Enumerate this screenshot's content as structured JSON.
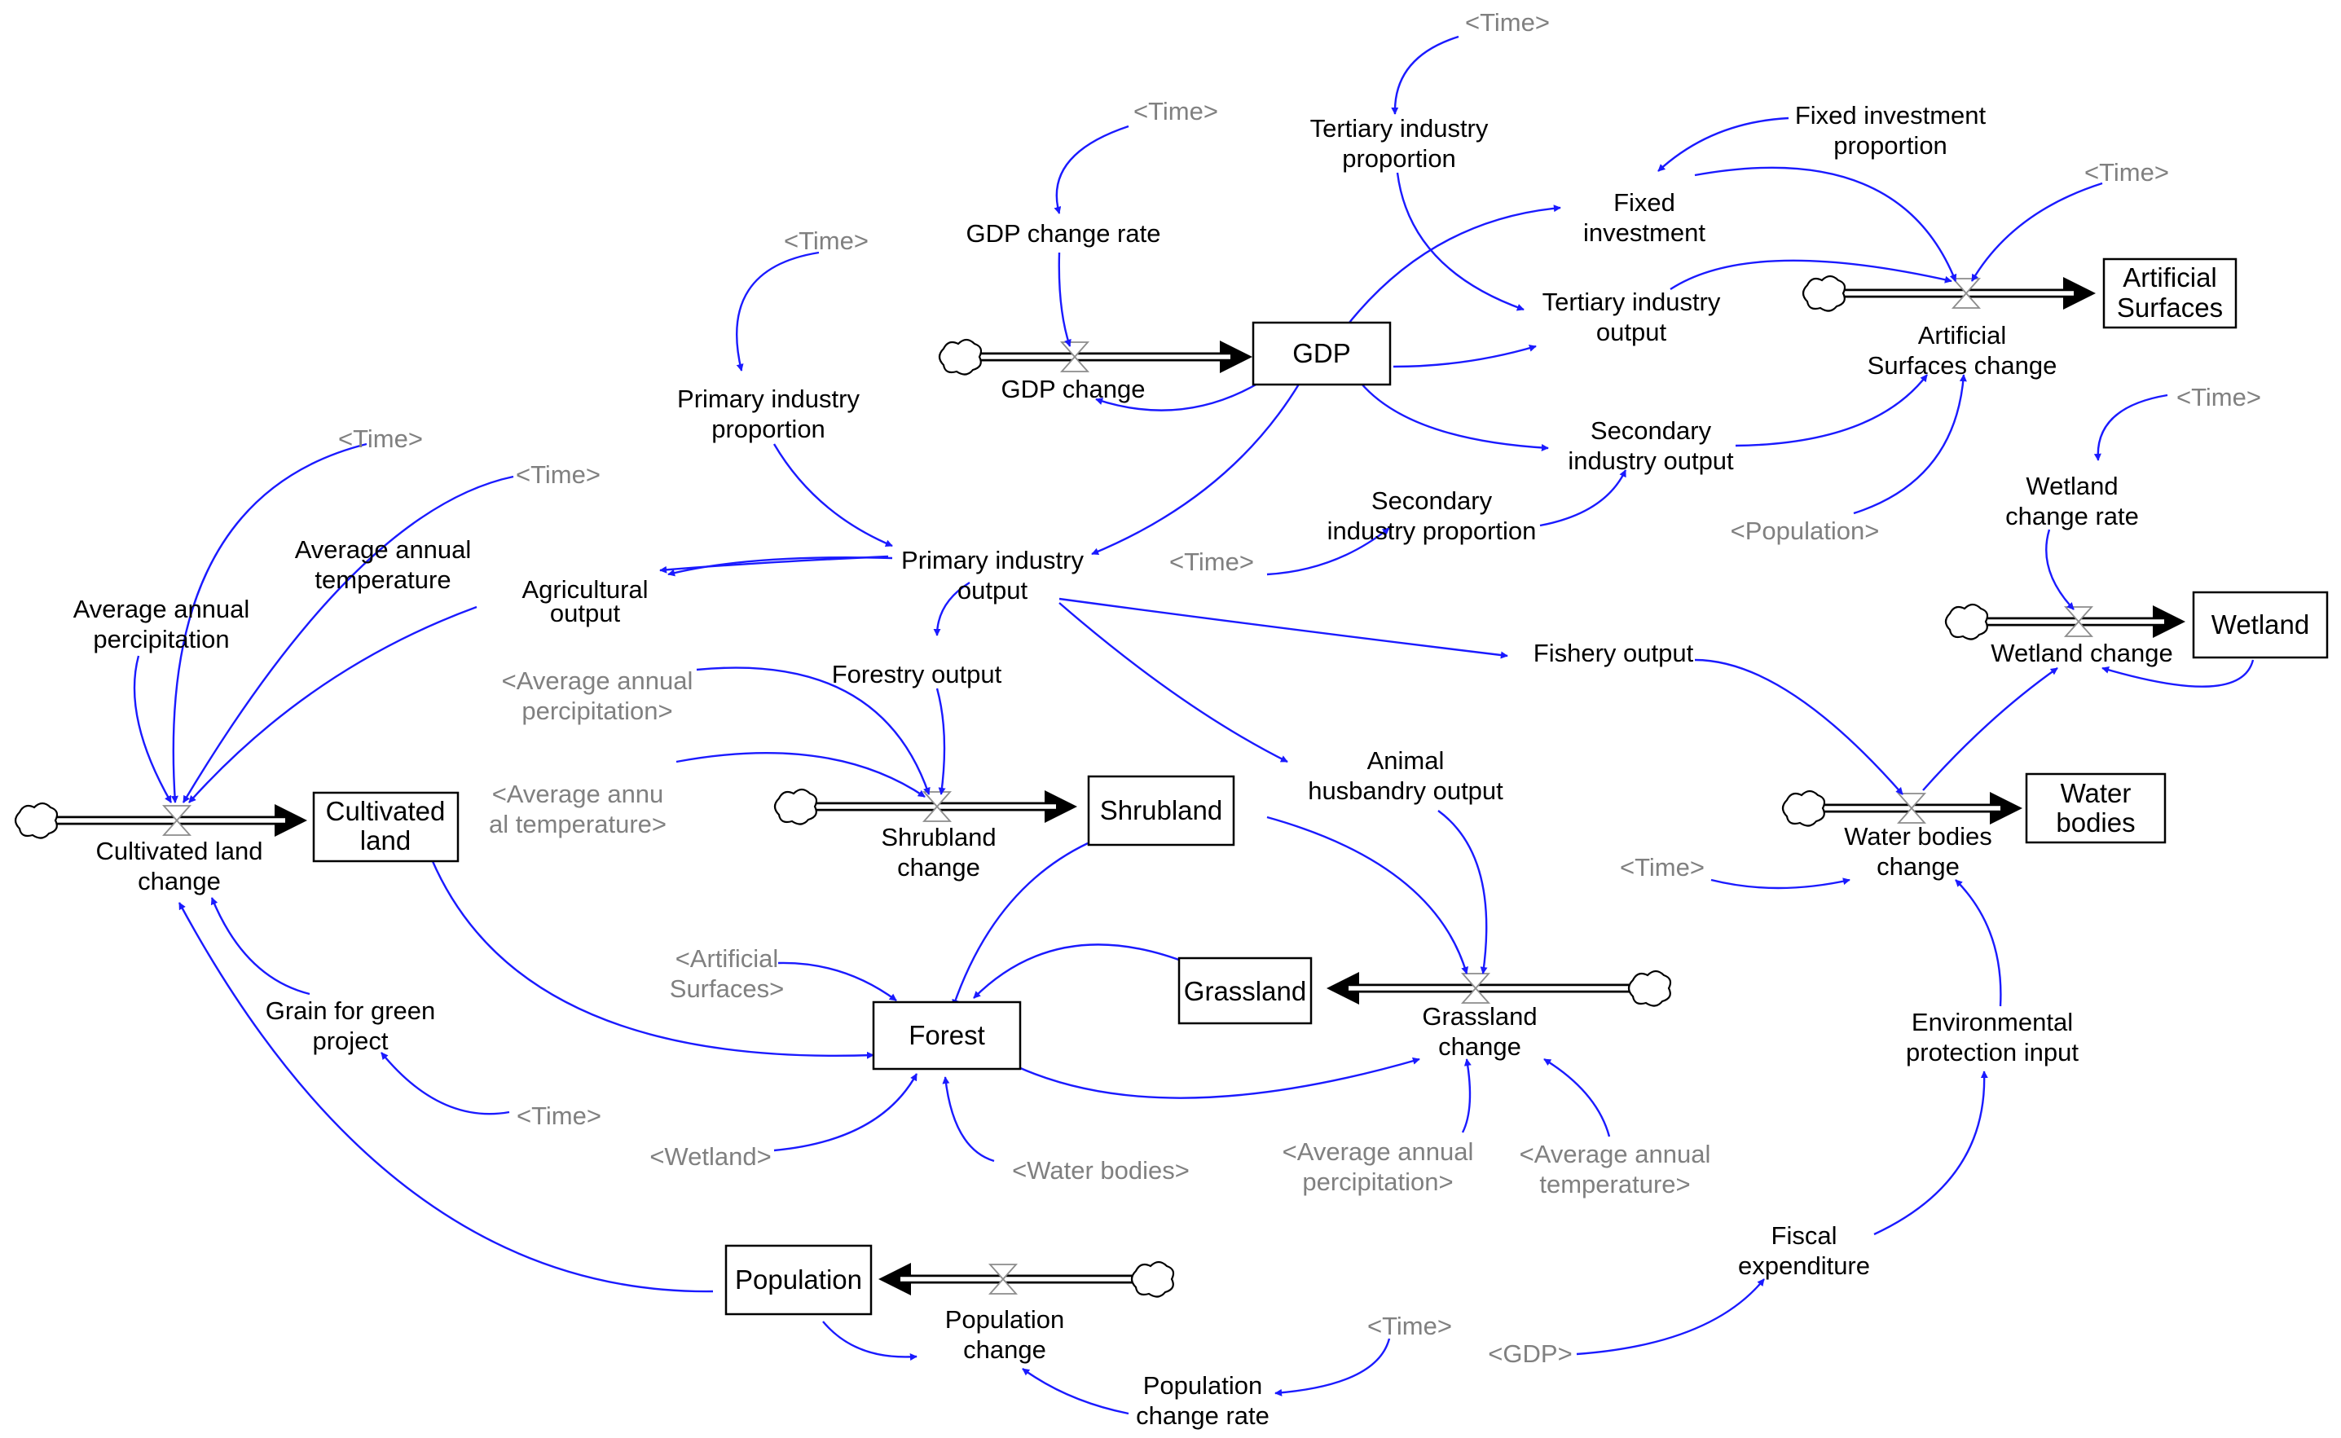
{
  "stocks": {
    "gdp": "GDP",
    "artificial_surfaces": [
      "Artificial",
      "Surfaces"
    ],
    "wetland": "Wetland",
    "water_bodies": [
      "Water",
      "bodies"
    ],
    "cultivated_land": [
      "Cultivated",
      "land"
    ],
    "shrubland": "Shrubland",
    "grassland": "Grassland",
    "forest": "Forest",
    "population": "Population"
  },
  "flows": {
    "gdp_change": "GDP change",
    "artificial_surfaces_change": [
      "Artificial",
      "Surfaces change"
    ],
    "wetland_change": "Wetland change",
    "water_bodies_change": [
      "Water bodies",
      "change"
    ],
    "cultivated_land_change": [
      "Cultivated land",
      "change"
    ],
    "shrubland_change": [
      "Shrubland",
      "change"
    ],
    "grassland_change": [
      "Grassland",
      "change"
    ],
    "population_change": [
      "Population",
      "change"
    ]
  },
  "variables": {
    "gdp_change_rate": "GDP change rate",
    "tertiary_industry_proportion": [
      "Tertiary industry",
      "proportion"
    ],
    "fixed_investment_proportion": [
      "Fixed investment",
      "proportion"
    ],
    "fixed_investment": [
      "Fixed",
      "investment"
    ],
    "tertiary_industry_output": [
      "Tertiary industry",
      "output"
    ],
    "secondary_industry_output": [
      "Secondary",
      "industry output"
    ],
    "secondary_industry_proportion": [
      "Secondary",
      "industry proportion"
    ],
    "primary_industry_proportion": [
      "Primary industry",
      "proportion"
    ],
    "primary_industry_output": [
      "Primary industry",
      "output"
    ],
    "wetland_change_rate": [
      "Wetland",
      "change rate"
    ],
    "agricultural_output": [
      "Agricultural",
      "output"
    ],
    "average_annual_temperature": [
      "Average annual",
      "temperature"
    ],
    "average_annual_percipitation": [
      "Average annual",
      "percipitation"
    ],
    "forestry_output": "Forestry output",
    "fishery_output": "Fishery output",
    "animal_husbandry_output": [
      "Animal",
      "husbandry output"
    ],
    "grain_for_green_project": [
      "Grain for green",
      "project"
    ],
    "environmental_protection_input": [
      "Environmental",
      "protection input"
    ],
    "fiscal_expenditure": [
      "Fiscal",
      "expenditure"
    ],
    "population_change_rate": [
      "Population",
      "change rate"
    ]
  },
  "shadow_variables": {
    "time": "<Time>",
    "population": "<Population>",
    "gdp": "<GDP>",
    "wetland": "<Wetland>",
    "water_bodies": "<Water bodies>",
    "artificial_surfaces": [
      "<Artificial",
      "Surfaces>"
    ],
    "avg_percipitation_shrub": [
      "<Average annual",
      "percipitation>"
    ],
    "avg_temperature_shrub": [
      "<Average annu",
      "al temperature>"
    ],
    "avg_percipitation_grass": [
      "<Average annual",
      "percipitation>"
    ],
    "avg_temperature_grass": [
      "<Average annual",
      "temperature>"
    ]
  },
  "colors": {
    "link": "#1a1aff",
    "stock_border": "#000000",
    "shadow_text": "#808080",
    "text": "#000000"
  }
}
